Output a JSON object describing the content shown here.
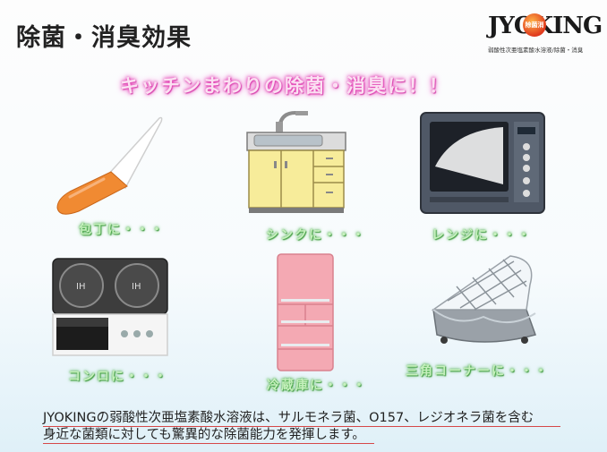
{
  "title": "除菌・消臭効果",
  "logo": {
    "text": "JYOKING",
    "badge": "除菌消臭",
    "tagline": "弱酸性次亜塩素酸水溶液/除菌・消臭"
  },
  "banner": "キッチンまわりの除菌・消臭に！！",
  "items": [
    {
      "icon": "kitchen-knife-icon",
      "caption": "包丁に・・・"
    },
    {
      "icon": "sink-cabinet-icon",
      "caption": "シンクに・・・"
    },
    {
      "icon": "microwave-icon",
      "caption": "レンジに・・・"
    },
    {
      "icon": "stove-icon",
      "caption": "コンロに・・・"
    },
    {
      "icon": "refrigerator-icon",
      "caption": "冷蔵庫に・・・"
    },
    {
      "icon": "sink-corner-basket-icon",
      "caption": "三角コーナーに・・・"
    }
  ],
  "description": {
    "line1": "JYOKINGの弱酸性次亜塩素酸水溶液は、サルモネラ菌、O157、レジオネラ菌を含む",
    "line2": "身近な菌類に対しても驚異的な除菌能力を発揮します。"
  },
  "colors": {
    "banner_glow": "#e23fb0",
    "caption_glow": "#57b957",
    "underline": "#d64848"
  }
}
